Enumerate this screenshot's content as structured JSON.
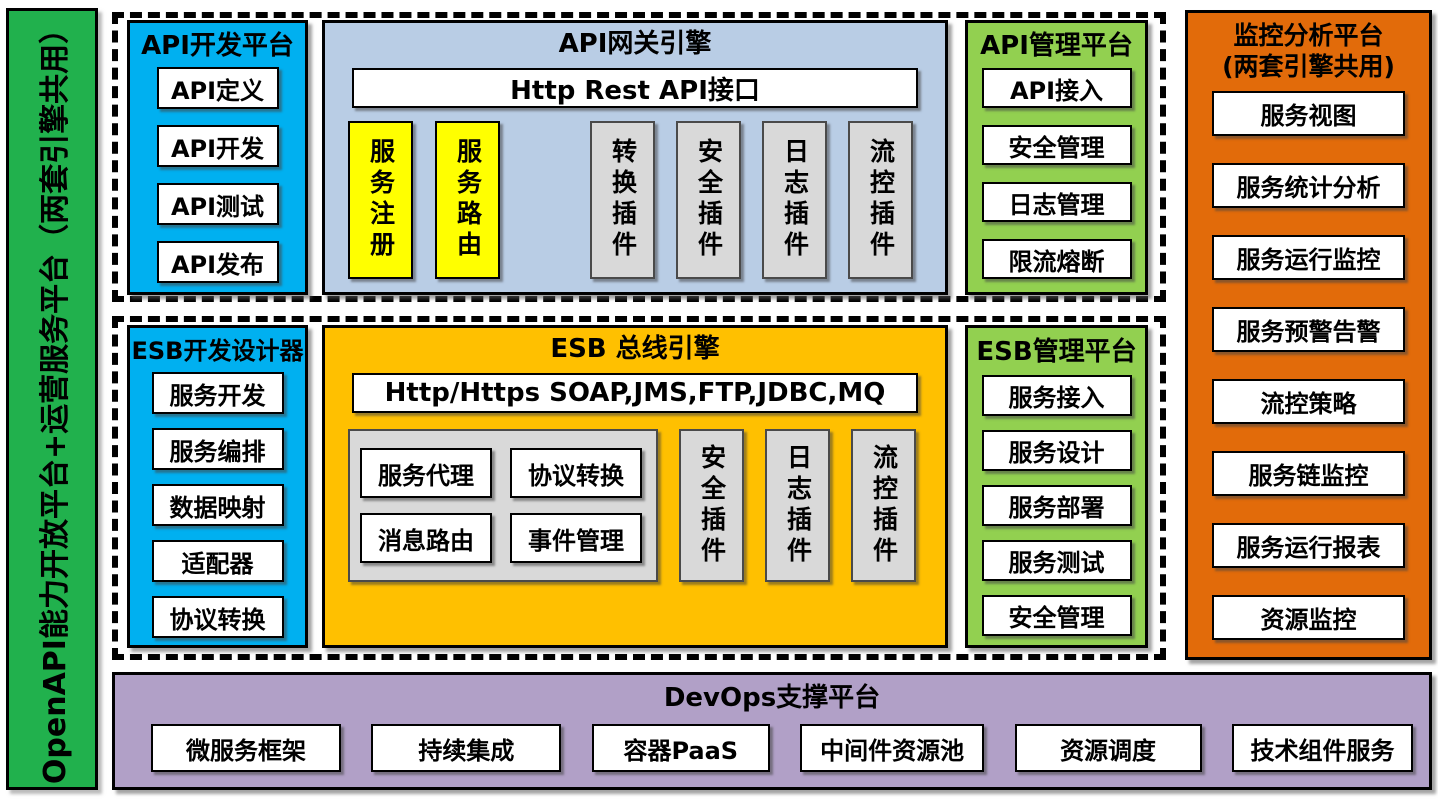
{
  "sidebar": {
    "label": "OpenAPI能力开放平台+运营服务平台（两套引擎共用）"
  },
  "sections": {
    "api_dev": {
      "title": "API开发平台",
      "items": [
        "API定义",
        "API开发",
        "API测试",
        "API发布"
      ]
    },
    "api_gateway": {
      "title": "API网关引擎",
      "interface_bar": "Http Rest API接口",
      "highlight_items": [
        "服务注册",
        "服务路由"
      ],
      "plugins": [
        "转换插件",
        "安全插件",
        "日志插件",
        "流控插件"
      ]
    },
    "api_mgmt": {
      "title": "API管理平台",
      "items": [
        "API接入",
        "安全管理",
        "日志管理",
        "限流熔断"
      ]
    },
    "esb_designer": {
      "title": "ESB开发设计器",
      "items": [
        "服务开发",
        "服务编排",
        "数据映射",
        "适配器",
        "协议转换"
      ]
    },
    "esb_engine": {
      "title": "ESB 总线引擎",
      "interface_bar": "Http/Https SOAP,JMS,FTP,JDBC,MQ",
      "core_items": [
        "服务代理",
        "协议转换",
        "消息路由",
        "事件管理"
      ],
      "plugins": [
        "安全插件",
        "日志插件",
        "流控插件"
      ]
    },
    "esb_mgmt": {
      "title": "ESB管理平台",
      "items": [
        "服务接入",
        "服务设计",
        "服务部署",
        "服务测试",
        "安全管理"
      ]
    },
    "monitor": {
      "title_line1": "监控分析平台",
      "title_line2": "(两套引擎共用)",
      "items": [
        "服务视图",
        "服务统计分析",
        "服务运行监控",
        "服务预警告警",
        "流控策略",
        "服务链监控",
        "服务运行报表",
        "资源监控"
      ]
    },
    "devops": {
      "title": "DevOps支撑平台",
      "items": [
        "微服务框架",
        "持续集成",
        "容器PaaS",
        "中间件资源池",
        "资源调度",
        "技术组件服务"
      ]
    }
  },
  "palette": {
    "cyan_blue": "#00B0F0",
    "light_blue": "#B9CDE5",
    "light_green": "#92D050",
    "yellow": "#FFFF00",
    "gray_plugin": "#D9D9D9",
    "gold": "#FFC000",
    "dark_orange": "#E26B0A",
    "purple": "#B1A0C7",
    "side_green": "#21B14D"
  }
}
